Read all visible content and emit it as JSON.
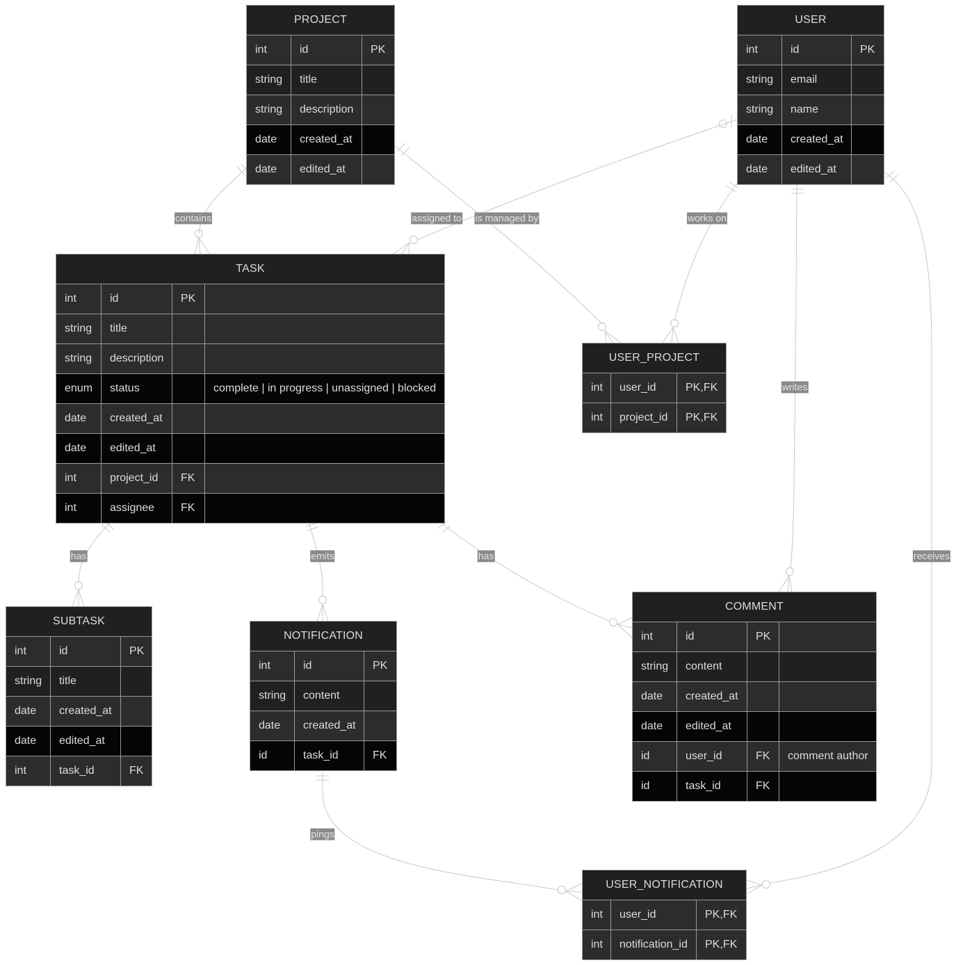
{
  "entities": {
    "project": {
      "name": "PROJECT",
      "rows": [
        [
          "int",
          "id",
          "PK"
        ],
        [
          "string",
          "title",
          ""
        ],
        [
          "string",
          "description",
          ""
        ],
        [
          "date",
          "created_at",
          ""
        ],
        [
          "date",
          "edited_at",
          ""
        ]
      ]
    },
    "user": {
      "name": "USER",
      "rows": [
        [
          "int",
          "id",
          "PK"
        ],
        [
          "string",
          "email",
          ""
        ],
        [
          "string",
          "name",
          ""
        ],
        [
          "date",
          "created_at",
          ""
        ],
        [
          "date",
          "edited_at",
          ""
        ]
      ]
    },
    "task": {
      "name": "TASK",
      "rows": [
        [
          "int",
          "id",
          "PK",
          ""
        ],
        [
          "string",
          "title",
          "",
          ""
        ],
        [
          "string",
          "description",
          "",
          ""
        ],
        [
          "enum",
          "status",
          "",
          "complete | in progress | unassigned | blocked"
        ],
        [
          "date",
          "created_at",
          "",
          ""
        ],
        [
          "date",
          "edited_at",
          "",
          ""
        ],
        [
          "int",
          "project_id",
          "FK",
          ""
        ],
        [
          "int",
          "assignee",
          "FK",
          ""
        ]
      ]
    },
    "user_project": {
      "name": "USER_PROJECT",
      "rows": [
        [
          "int",
          "user_id",
          "PK,FK"
        ],
        [
          "int",
          "project_id",
          "PK,FK"
        ]
      ]
    },
    "subtask": {
      "name": "SUBTASK",
      "rows": [
        [
          "int",
          "id",
          "PK"
        ],
        [
          "string",
          "title",
          ""
        ],
        [
          "date",
          "created_at",
          ""
        ],
        [
          "date",
          "edited_at",
          ""
        ],
        [
          "int",
          "task_id",
          "FK"
        ]
      ]
    },
    "notification": {
      "name": "NOTIFICATION",
      "rows": [
        [
          "int",
          "id",
          "PK"
        ],
        [
          "string",
          "content",
          ""
        ],
        [
          "date",
          "created_at",
          ""
        ],
        [
          "id",
          "task_id",
          "FK"
        ]
      ]
    },
    "comment": {
      "name": "COMMENT",
      "rows": [
        [
          "int",
          "id",
          "PK",
          ""
        ],
        [
          "string",
          "content",
          "",
          ""
        ],
        [
          "date",
          "created_at",
          "",
          ""
        ],
        [
          "date",
          "edited_at",
          "",
          ""
        ],
        [
          "id",
          "user_id",
          "FK",
          "comment author"
        ],
        [
          "id",
          "task_id",
          "FK",
          ""
        ]
      ]
    },
    "user_notification": {
      "name": "USER_NOTIFICATION",
      "rows": [
        [
          "int",
          "user_id",
          "PK,FK"
        ],
        [
          "int",
          "notification_id",
          "PK,FK"
        ]
      ]
    }
  },
  "relationships": {
    "contains": "contains",
    "assigned_to": "assigned to",
    "is_managed_by": "is managed by",
    "works_on": "works on",
    "writes": "writes",
    "receives": "receives",
    "has_subtask": "has",
    "emits": "emits",
    "has_comment": "has",
    "pings": "pings"
  },
  "colors": {
    "entity_header": "#1f2020",
    "row_light": "#2b2c2c",
    "row_highlight": "#050505",
    "border": "#9a9a9a",
    "text": "#dcdcdc",
    "edge": "#c8c8c8",
    "label_bg": "#8a8a8a"
  }
}
